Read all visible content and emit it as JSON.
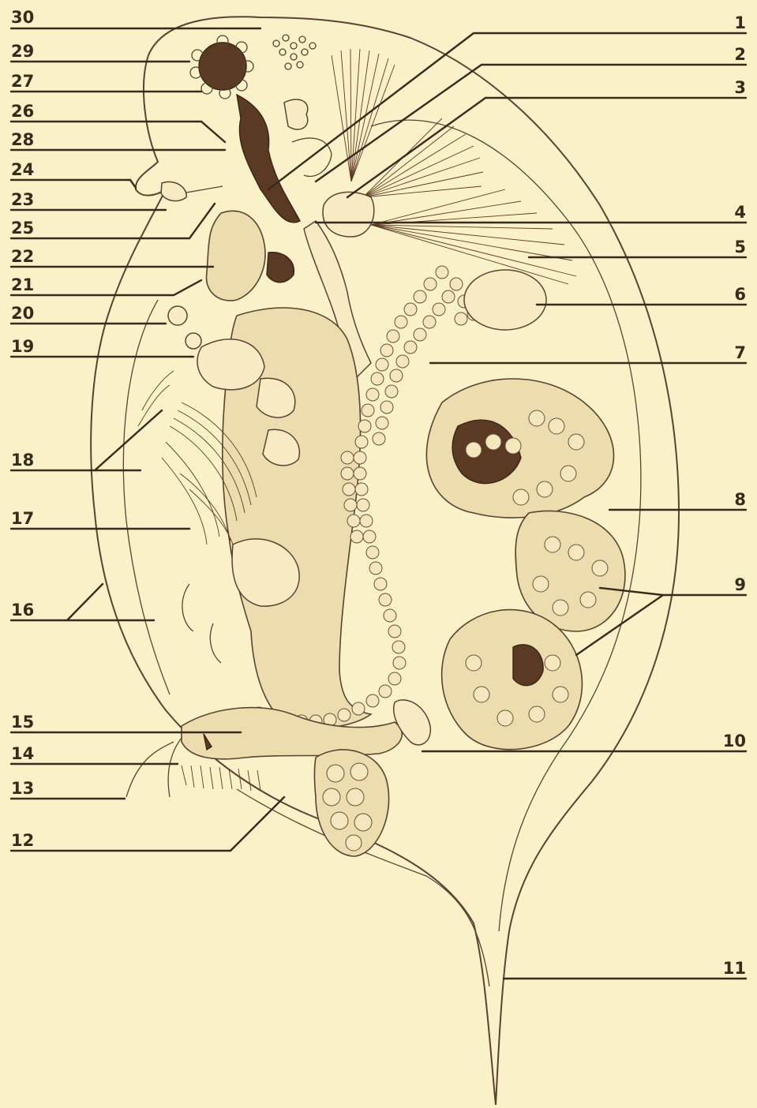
{
  "labels": {
    "left": [
      "30",
      "29",
      "27",
      "26",
      "28",
      "24",
      "23",
      "25",
      "22",
      "21",
      "20",
      "19",
      "18",
      "17",
      "16",
      "15",
      "14",
      "13",
      "12"
    ],
    "right": [
      "1",
      "2",
      "3",
      "4",
      "5",
      "6",
      "7",
      "8",
      "9",
      "10",
      "11"
    ]
  },
  "colors": {
    "background": "#fbf1c9",
    "ink": "#3a2a1a",
    "stipple": "#ecdcae",
    "dark_pigment": "#5a3a22"
  }
}
